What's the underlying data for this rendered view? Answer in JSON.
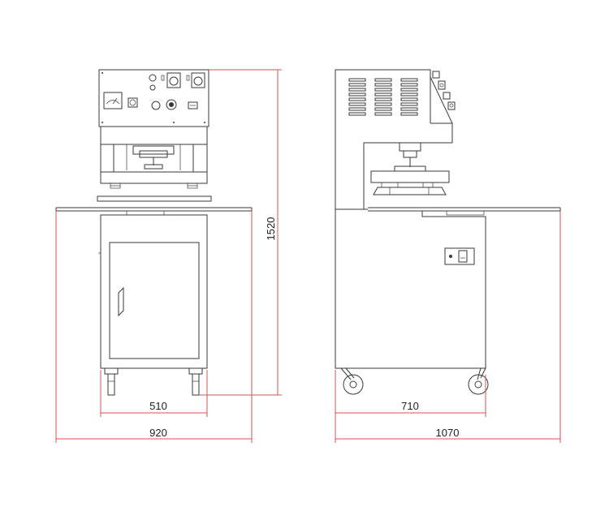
{
  "dimensions": {
    "front_inner_width": "510",
    "front_overall_width": "920",
    "height": "1520",
    "side_inner_width": "710",
    "side_overall_width": "1070"
  },
  "colors": {
    "line": "#3a3a3a",
    "dimension_line": "#d9534f",
    "background": "#ffffff"
  }
}
